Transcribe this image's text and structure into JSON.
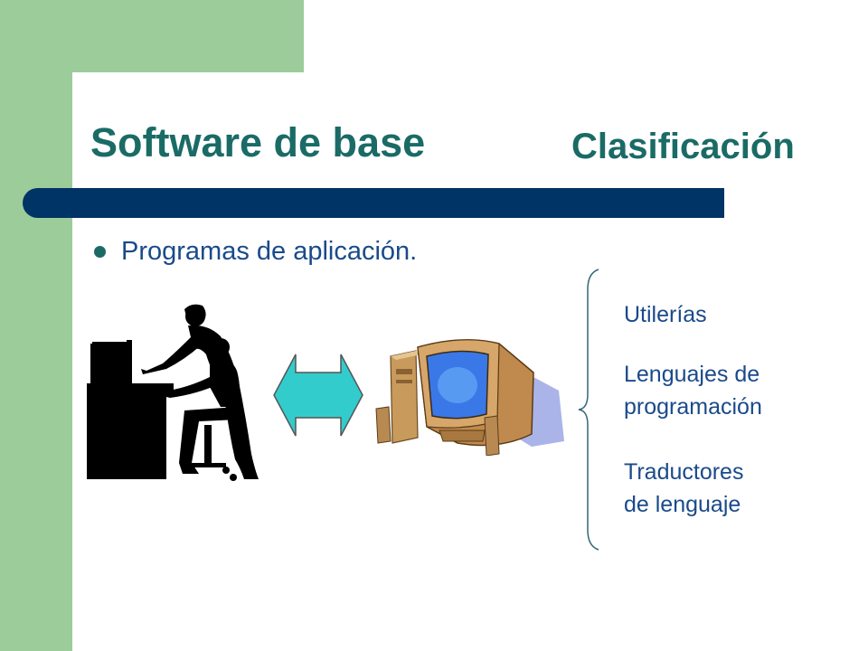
{
  "slide": {
    "title": "Software de base",
    "subtitle": "Clasificación",
    "bullet": "Programas de aplicación.",
    "list_items": [
      {
        "label": "Utilerías"
      },
      {
        "label": "Lenguajes de\nprogramación"
      },
      {
        "label": "Traductores\nde lenguaje"
      }
    ]
  },
  "colors": {
    "accent_green": "#9ccc9a",
    "title_teal": "#1a6b66",
    "bar_navy": "#003366",
    "text_blue": "#1a4a8a",
    "arrow_cyan": "#33cccc"
  },
  "icons": [
    "people-at-computer-icon",
    "double-arrow-icon",
    "computer-icon"
  ]
}
